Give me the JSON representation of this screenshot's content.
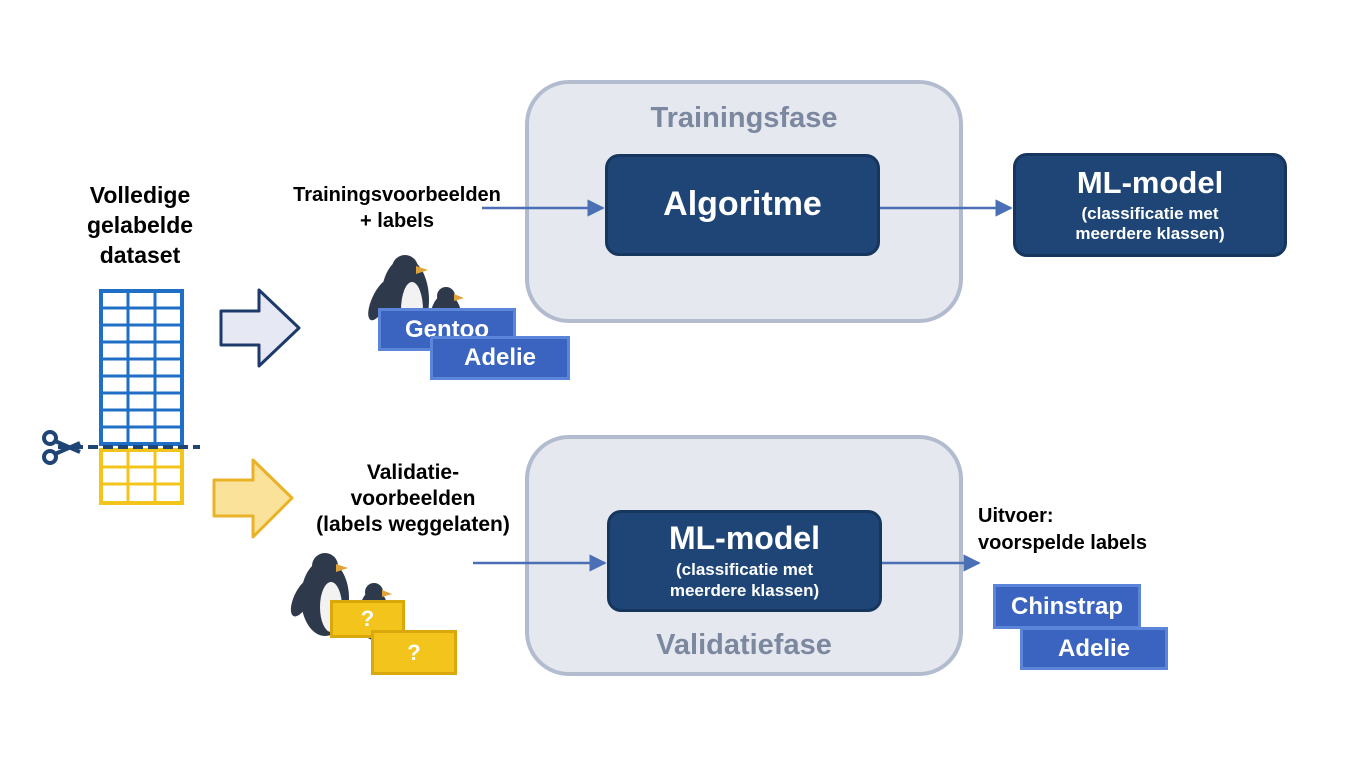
{
  "dataset": {
    "label_lines": [
      "Volledige",
      "gelabelde",
      "dataset"
    ]
  },
  "training": {
    "input_label_lines": [
      "Trainingsvoorbeelden",
      "+ labels"
    ],
    "phase_title": "Trainingsfase",
    "algorithm_label": "Algoritme",
    "tags": [
      "Gentoo",
      "Adelie"
    ]
  },
  "model_output": {
    "title": "ML-model",
    "subtitle_lines": [
      "(classificatie met",
      "meerdere klassen)"
    ]
  },
  "validation": {
    "input_label_lines": [
      "Validatie-",
      "voorbeelden",
      "(labels weggelaten)"
    ],
    "phase_title": "Validatiefase",
    "model_title": "ML-model",
    "model_subtitle_lines": [
      "(classificatie met",
      "meerdere klassen)"
    ],
    "question_tags": [
      "?",
      "?"
    ]
  },
  "output": {
    "label_lines": [
      "Uitvoer:",
      "voorspelde labels"
    ],
    "tags": [
      "Chinstrap",
      "Adelie"
    ]
  },
  "colors": {
    "dark_blue": "#1e4575",
    "tag_blue": "#3a64c0",
    "train_rows": "#1f6fc6",
    "validation_rows": "#f3c51c",
    "phase_bg": "#e6e8ef"
  }
}
